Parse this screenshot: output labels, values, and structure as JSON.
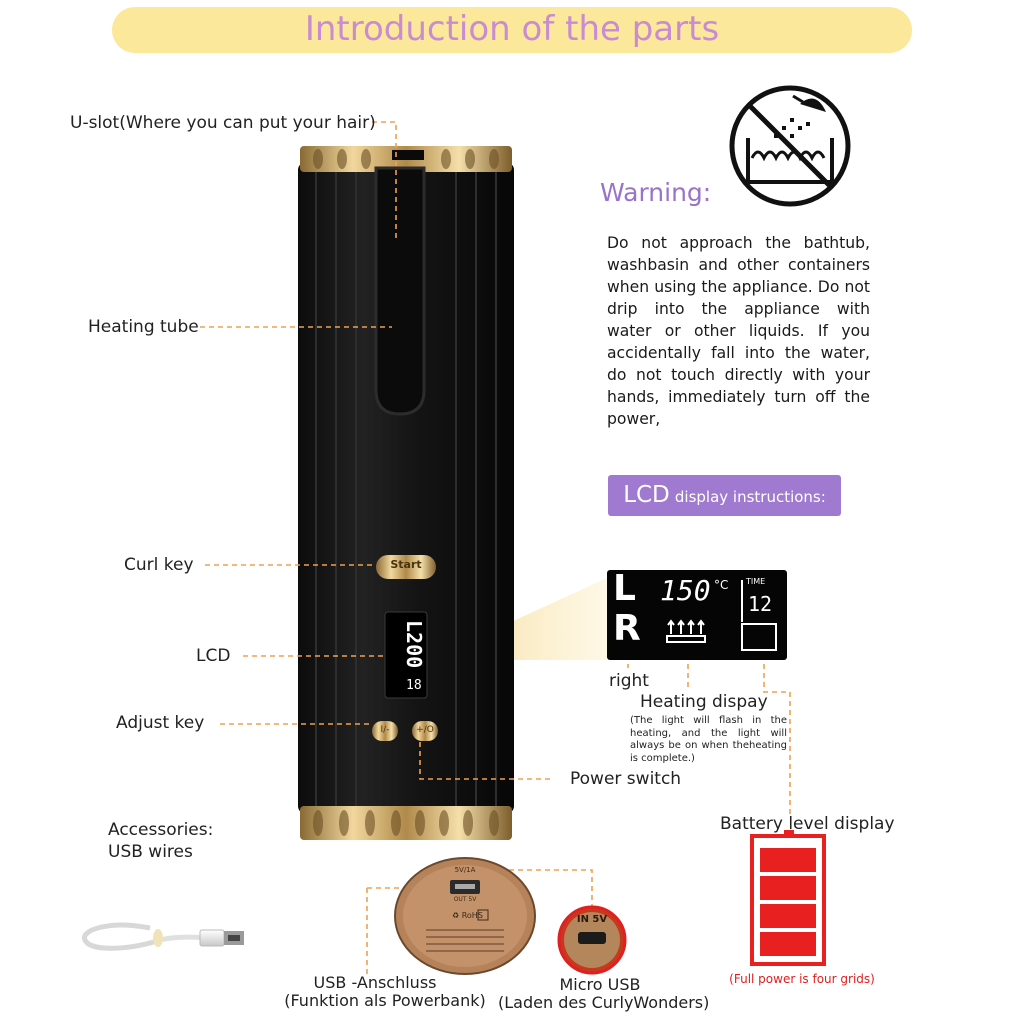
{
  "header": {
    "title": "Introduction of the parts"
  },
  "labels": {
    "uslot": "U-slot(Where you can put your hair)",
    "heating_tube": "Heating tube",
    "curl_key": "Curl key",
    "lcd": "LCD",
    "adjust_key": "Adjust key",
    "power_switch": "Power switch",
    "accessories_line1": "Accessories:",
    "accessories_line2": "USB wires"
  },
  "device": {
    "curl_button_text": "Start",
    "adjust_left_text": "I/-",
    "adjust_right_text": "+/O",
    "screen_letter": "L",
    "screen_temp": "200",
    "screen_time": "18"
  },
  "warning": {
    "title": "Warning:",
    "body": "Do not approach the bathtub, washbasin and other containers when using the appliance. Do not drip into the appliance with water or other liquids. If you accidentally fall into the water, do not touch directly with your hands, immediately turn off the power,"
  },
  "lcd_instructions": {
    "title_big": "LCD",
    "title_small": "display instructions:",
    "panel_letter_top": "L",
    "panel_letter_bottom": "R",
    "panel_temp": "150",
    "panel_unit": "°C",
    "panel_time_label": "TIME",
    "panel_time_value": "12",
    "right_label": "right",
    "heating_label": "Heating dispay",
    "heating_note": "(The light will flash in the heating, and the light will always be on when theheating is complete.)",
    "battery_label": "Battery level display",
    "full_power_note": "(Full power is four grids)"
  },
  "ports": {
    "label_top": "5V/1A",
    "label_usb": "OUT 5V",
    "micro_label": "IN 5V",
    "usb_caption_1": "USB -Anschluss",
    "usb_caption_2": "(Funktion als Powerbank)",
    "micro_caption_1": "Micro USB",
    "micro_caption_2": "(Laden des CurlyWonders)"
  },
  "colors": {
    "banner": "#fbe89a",
    "title": "#c98cd2",
    "accent_purple": "#a07ad0",
    "leader_line": "#f0a050",
    "battery_red": "#e82020",
    "gold": "#c9a25a"
  },
  "battery": {
    "filled_grids": 4,
    "total_grids": 4
  }
}
